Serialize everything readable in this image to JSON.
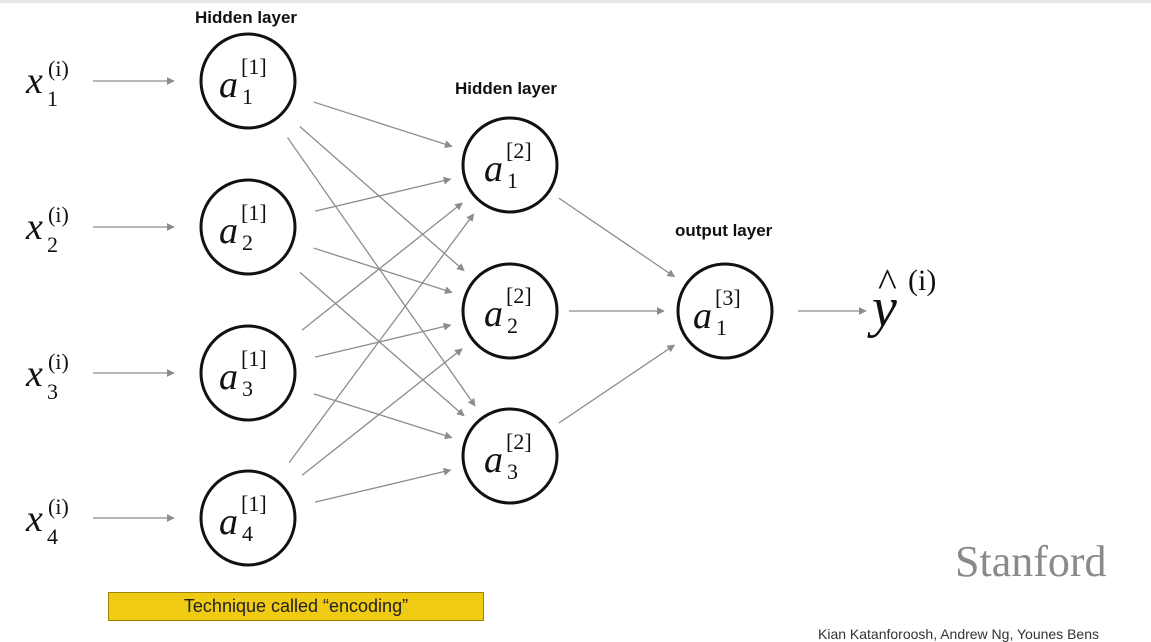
{
  "titles": {
    "hidden1": "Hidden layer",
    "hidden2": "Hidden layer",
    "output": "output layer"
  },
  "inputs": [
    {
      "base": "x",
      "sub": "1",
      "sup": "(i)"
    },
    {
      "base": "x",
      "sub": "2",
      "sup": "(i)"
    },
    {
      "base": "x",
      "sub": "3",
      "sup": "(i)"
    },
    {
      "base": "x",
      "sub": "4",
      "sup": "(i)"
    }
  ],
  "layer1": [
    {
      "base": "a",
      "sub": "1",
      "sup": "[1]"
    },
    {
      "base": "a",
      "sub": "2",
      "sup": "[1]"
    },
    {
      "base": "a",
      "sub": "3",
      "sup": "[1]"
    },
    {
      "base": "a",
      "sub": "4",
      "sup": "[1]"
    }
  ],
  "layer2": [
    {
      "base": "a",
      "sub": "1",
      "sup": "[2]"
    },
    {
      "base": "a",
      "sub": "2",
      "sup": "[2]"
    },
    {
      "base": "a",
      "sub": "3",
      "sup": "[2]"
    }
  ],
  "layer3": [
    {
      "base": "a",
      "sub": "1",
      "sup": "[3]"
    }
  ],
  "output": {
    "base": "y",
    "hat": "^",
    "sup": "(i)"
  },
  "caption": "Technique called “encoding”",
  "logo": "Stanford",
  "credit": "Kian Katanforoosh, Andrew Ng, Younes Bens",
  "colors": {
    "node_stroke": "#111111",
    "edge": "#8c8c8c",
    "highlight": "#efcb13",
    "logo": "#8a8a8a"
  }
}
